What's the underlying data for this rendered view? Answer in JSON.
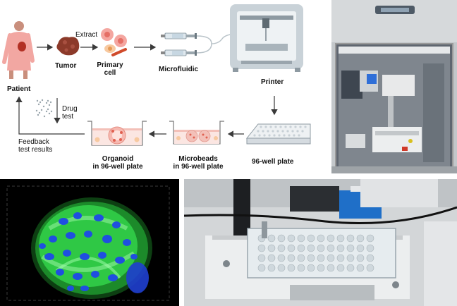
{
  "workflow": {
    "patient": "Patient",
    "tumor": "Tumor",
    "extract": "Extract",
    "primary_cell_line1": "Primary",
    "primary_cell_line2": "cell",
    "microfluidic": "Microfluidic",
    "printer": "Printer",
    "plate96": "96-well plate",
    "microbeads_line1": "Microbeads",
    "microbeads_line2": "in 96-well plate",
    "organoid_line1": "Organoid",
    "organoid_line2": "in 96-well plate",
    "drug_test_line1": "Drug",
    "drug_test_line2": "test",
    "feedback_line1": "Feedback",
    "feedback_line2": "test results"
  },
  "colors": {
    "arrow": "#3a3a3a",
    "patient_gown": "#f2a7a2",
    "tumor": "#8c3a2a",
    "organoid_green": "#33d24a",
    "organoid_blue": "#1f4fe0",
    "plate_well": "#f3c0b8"
  }
}
